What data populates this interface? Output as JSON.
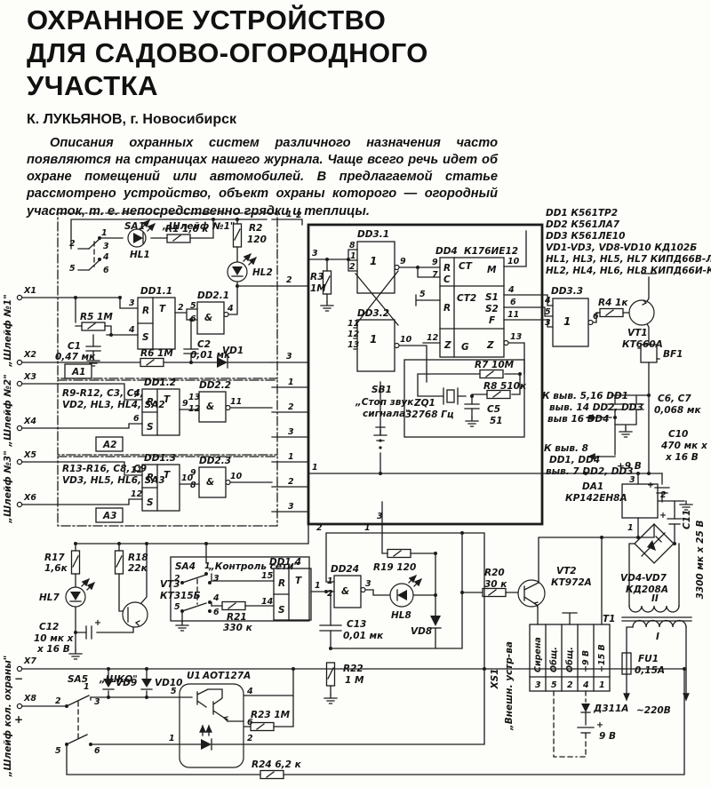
{
  "article": {
    "title_lines": [
      "ОХРАННОЕ УСТРОЙСТВО",
      "ДЛЯ САДОВО-ОГОРОДНОГО",
      "УЧАСТКА"
    ],
    "author": "К. ЛУКЬЯНОВ, г. Новосибирск",
    "intro": "Описания охранных систем различного назначения часто появляются на страницах нашего журнала. Чаще всего речь идет об охране помещений или автомобилей. В предлагаемой статье рассмотрено устройство, объект охраны которого — огородный участок, т. е. непосредственно грядки и теплицы."
  },
  "parts_list": [
    "DD1  К561ТР2",
    "DD2  К561ЛА7",
    "DD3  К561ЛЕ10",
    "VD1-VD3, VD8-VD10  КД102Б",
    "HL1, HL3, HL5, HL7  КИПД66В-Л",
    "HL2, HL4, HL6, HL8  КИПД66И-К"
  ],
  "pins": {
    "p1": "1",
    "p2": "2",
    "p3": "3",
    "p4": "4",
    "p5": "5",
    "p6": "6",
    "p7": "7",
    "p8": "8",
    "p9": "9",
    "p10": "10",
    "p11": "11",
    "p12": "12",
    "p13": "13",
    "p14": "14",
    "p15": "15"
  },
  "sym": {
    "r": "R",
    "t": "T",
    "s": "S",
    "c": "C",
    "ct": "CT",
    "ct2": "CT2",
    "m": "M",
    "s1": "S1",
    "s2": "S2",
    "f": "F",
    "z": "Z",
    "g": "G",
    "amp": "&",
    "one": "1",
    "plus": "+",
    "minus": "−"
  },
  "labels": {
    "shleif1": "„Шлейф №1\"",
    "shleif2": "„Шлейф №2\"",
    "shleif3": "„Шлейф №3\"",
    "shleif_ko": "„Шлейф кол. охраны\"",
    "x1": "X1",
    "x2": "X2",
    "x3": "X3",
    "x4": "X4",
    "x5": "X5",
    "x6": "X6",
    "x7": "X7",
    "x8": "X8",
    "a1": "A1",
    "a2": "A2",
    "a3": "A3",
    "sa1": "SA1",
    "r1": "R1 1,6 к",
    "hl1": "HL1",
    "r2": "R2",
    "r2v": "120",
    "hl2": "HL2",
    "dd11": "DD1.1",
    "dd21": "DD2.1",
    "r5": "R5 1М",
    "c1": "C1",
    "c1v": "0,47 мк",
    "r6": "R6 1М",
    "c2": "C2",
    "c2v": "0,01 мк",
    "vd1": "VD1",
    "a2p1": "R9-R12, C3, C4,",
    "a2p2": "VD2, HL3, HL4, SA2",
    "dd12": "DD1.2",
    "dd22": "DD2.2",
    "a3p1": "R13-R16, C8, C9",
    "a3p2": "VD3, HL5, HL6, SA3",
    "dd13": "DD1.3",
    "dd23": "DD2.3",
    "dd31": "DD3.1",
    "r3": "R3",
    "r3v": "1М",
    "dd32": "DD3.2",
    "dd4": "DD4",
    "dd4t": "К176ИЕ12",
    "r7": "R7 10М",
    "r8": "R8 510к",
    "zq1": "ZQ1",
    "zq1v": "32768 Гц",
    "c5": "C5",
    "c5v": "51",
    "sb1": "SB1",
    "sb1a": "„Стоп звук",
    "sb1b": "сигнала\"",
    "dd33": "DD3.3",
    "r4": "R4 1к",
    "vt1": "VT1",
    "vt1t": "КТ660А",
    "bf1": "BF1",
    "k1a": "К выв. 5,16 DD1",
    "k1b": "выв. 14 DD2, DD3",
    "k1c": "выв 16 DD4",
    "c67": "C6, C7",
    "c67v": "0,068 мк",
    "k2a": "К выв. 8",
    "k2b": "DD1, DD4",
    "k2c": "выв. 7 DD2, DD3",
    "p9v": "+9 В",
    "c10": "C10",
    "c10a": "470 мк х",
    "c10b": "х 16 В",
    "da1": "DA1",
    "da1t": "КР142ЕН8А",
    "c11": "C11",
    "c11v": "3300 мк х 25 В",
    "vd47": "VD4-VD7",
    "vd47t": "КД208А",
    "w2": "II",
    "t1": "T1",
    "w1": "I",
    "fu1": "FU1",
    "fu1v": "0,15А",
    "v220": "~220В",
    "r17": "R17",
    "r17v": "1,6к",
    "hl7": "HL7",
    "r18": "R18",
    "r18v": "22к",
    "vt3": "VT3",
    "vt3t": "КТ315Б",
    "c12": "C12",
    "c12a": "10 мк х",
    "c12b": "х 16 В",
    "sa4": "SA4",
    "sa4t": "„Контроль сети\"",
    "r21": "R21",
    "r21v": "330 к",
    "dd14": "DD1.4",
    "dd24": "DD24",
    "r19": "R19 120",
    "hl8": "HL8",
    "c13": "C13",
    "c13v": "0,01 мк",
    "r22": "R22",
    "r22v": "1 М",
    "vd8": "VD8",
    "r20": "R20",
    "r20v": "30 к",
    "vt2": "VT2",
    "vt2t": "КТ972А",
    "xs1": "XS1",
    "xs1t": "„Внешн. устр-ва",
    "con1": "Сирена",
    "con2": "Общ.",
    "con3": "Общ.",
    "con4": "+9 В",
    "con5": "+15 В",
    "d311": "Д311А",
    "bat9": "9 В",
    "sa5": "SA5",
    "sa5t": "„ШКО\"",
    "vd9": "VD9",
    "vd10": "VD10",
    "u1": "U1",
    "u1t": "АОТ127А",
    "r23": "R23 1М",
    "r24": "R24 6,2 к"
  }
}
